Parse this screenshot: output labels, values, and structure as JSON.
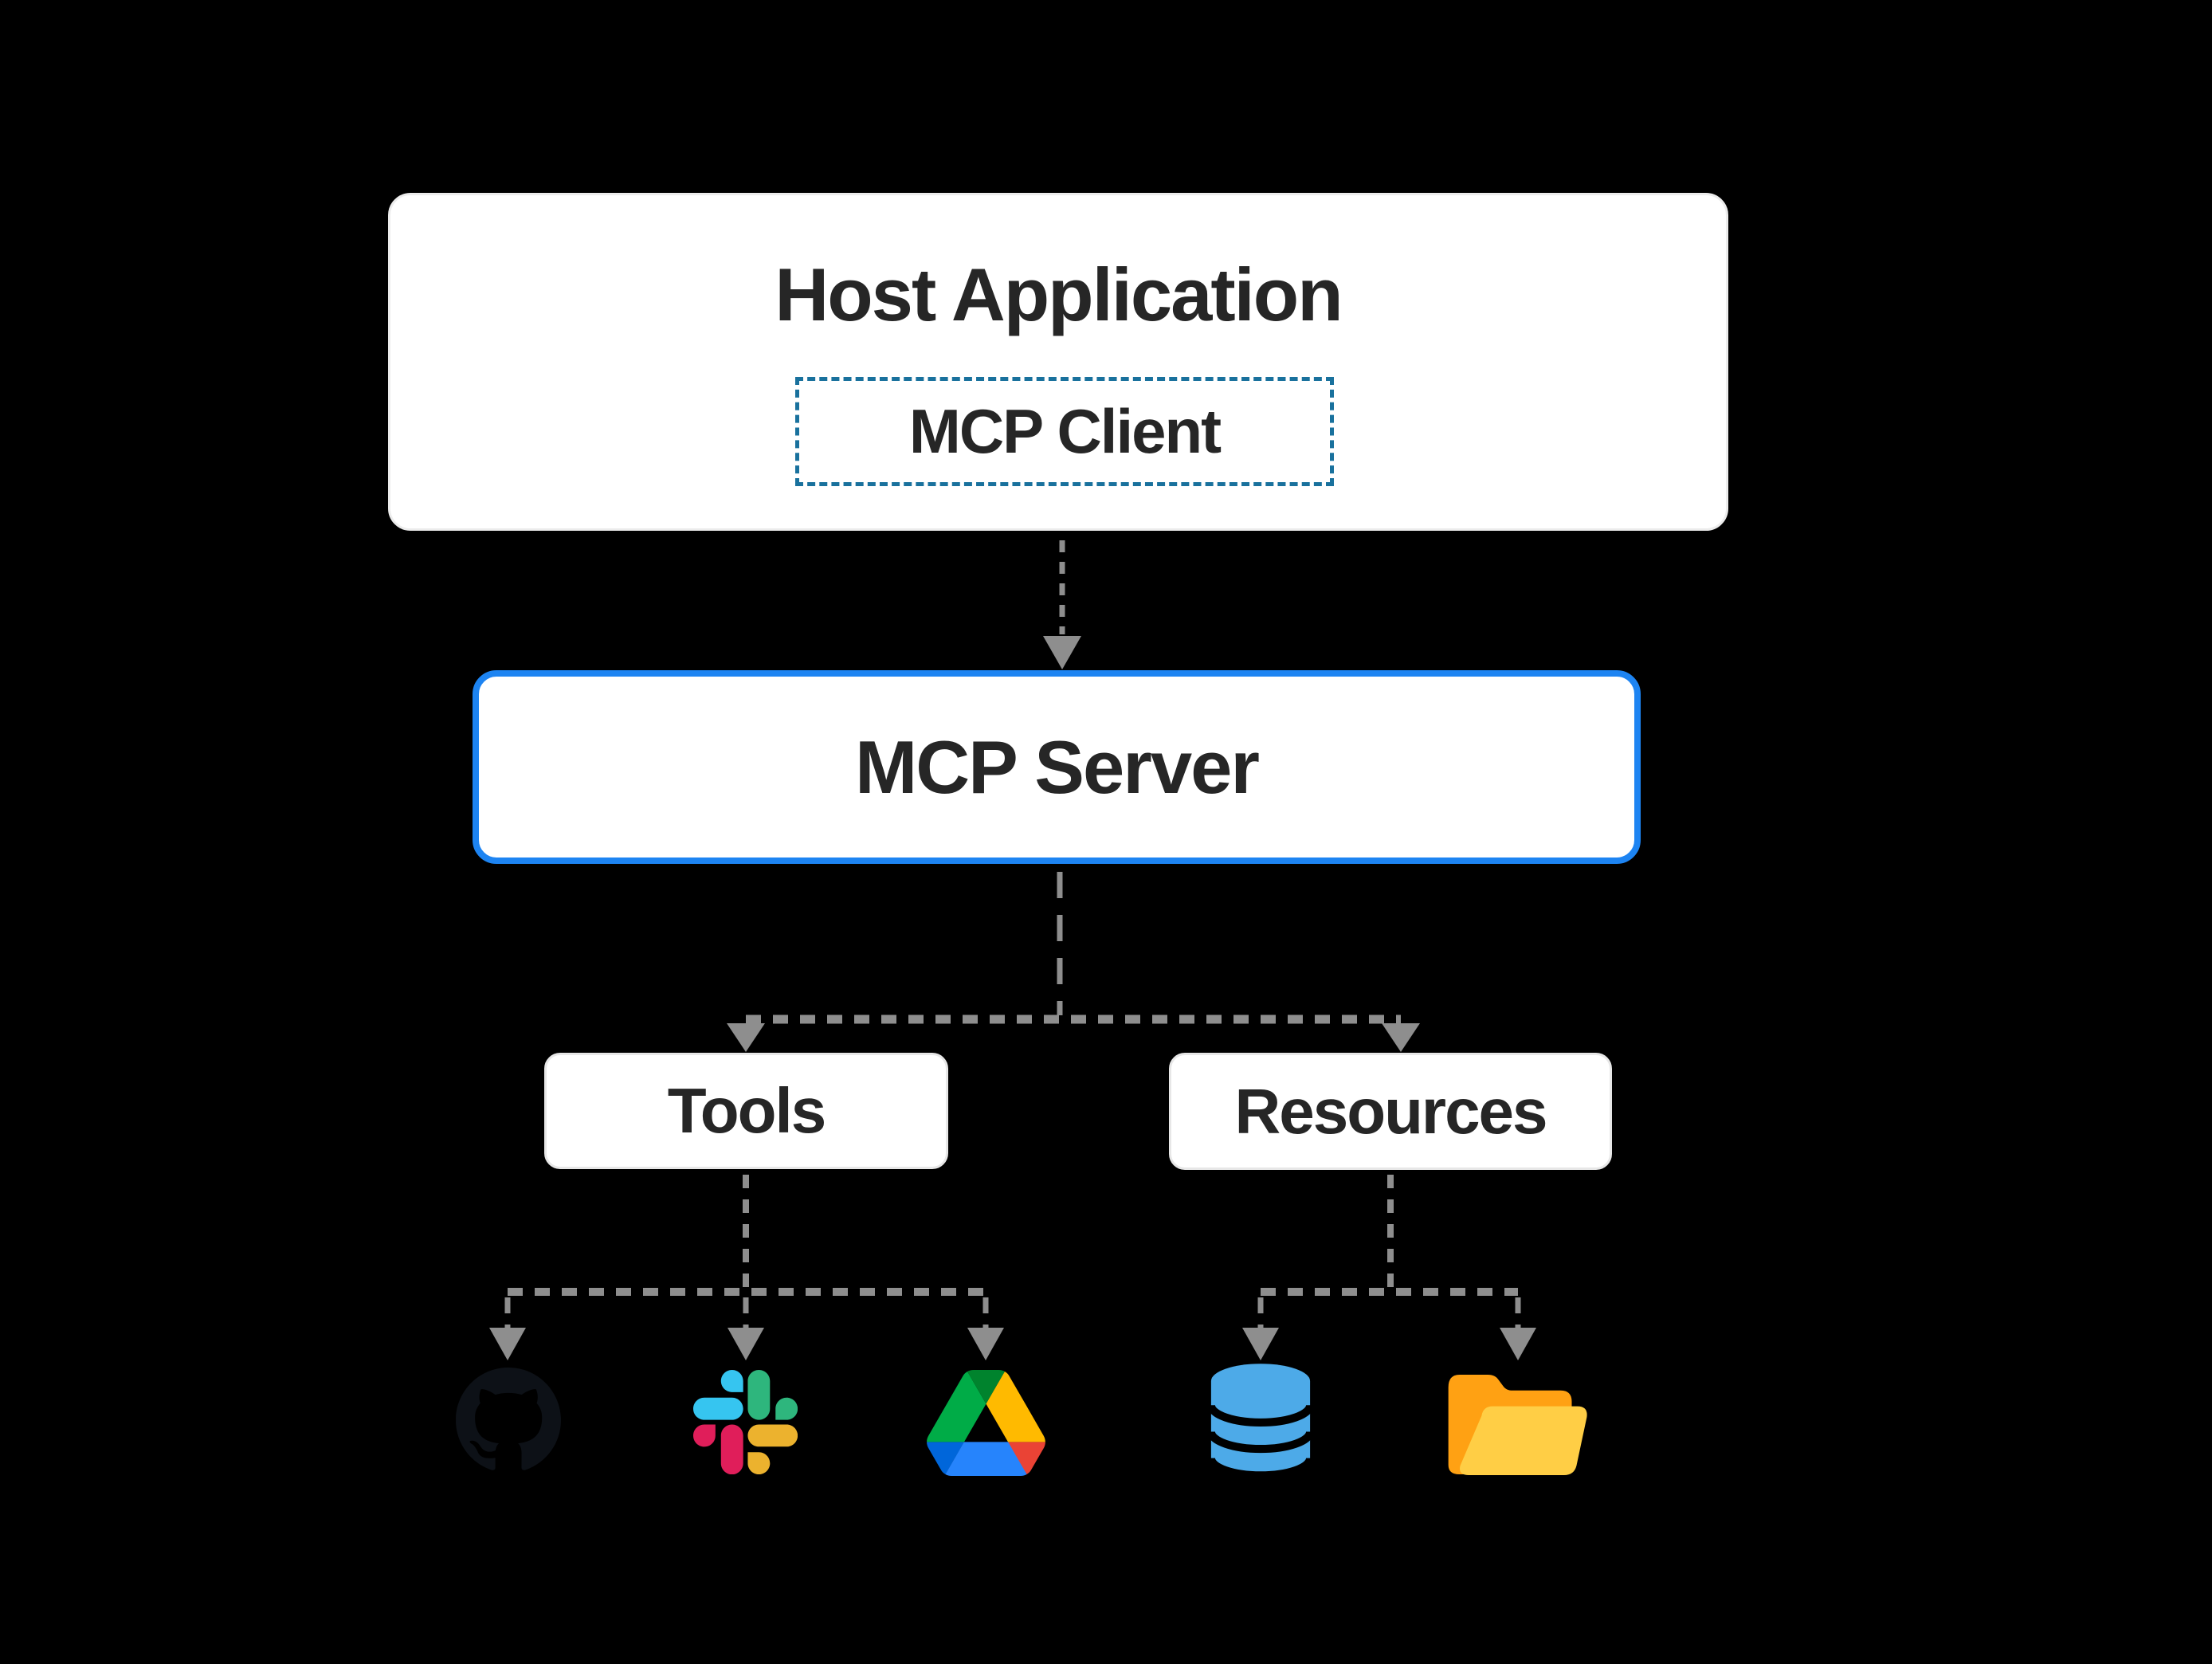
{
  "diagram": {
    "host": {
      "title": "Host Application",
      "client_label": "MCP Client"
    },
    "server": {
      "label": "MCP Server"
    },
    "tools": {
      "label": "Tools"
    },
    "resources": {
      "label": "Resources"
    },
    "tools_icons": [
      {
        "name": "GitHub"
      },
      {
        "name": "Slack"
      },
      {
        "name": "Google Drive"
      }
    ],
    "resources_icons": [
      {
        "name": "Database"
      },
      {
        "name": "Folder"
      }
    ],
    "colors": {
      "background": "#000000",
      "box_fill": "#ffffff",
      "text": "#262626",
      "connector_gray": "#8e8e8e",
      "server_border_blue": "#1d84f2",
      "client_border_teal": "#19719d",
      "github_mark": "#0d1117",
      "slack": {
        "blue": "#36C5F0",
        "green": "#2EB67D",
        "red": "#E01E5A",
        "yellow": "#ECB22E"
      },
      "google_drive": {
        "dark_green": "#00832D",
        "green": "#00AC47",
        "yellow": "#FFBA00",
        "blue": "#2684FC",
        "dark_blue": "#0066DA",
        "red": "#EA4335"
      },
      "database_blue": "#4DAAE8",
      "folder": {
        "back": "#FFA113",
        "front": "#FFCE45"
      }
    }
  }
}
